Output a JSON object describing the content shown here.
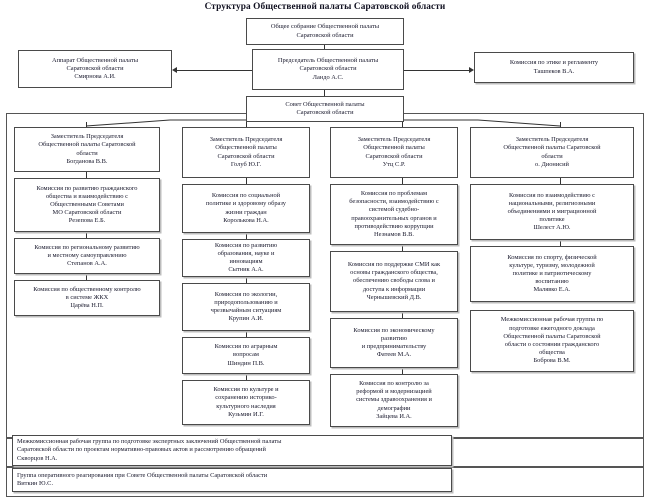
{
  "title": "Структура Общественной палаты Саратовской области",
  "top": {
    "assembly": "Общее собрание Общественной палаты\nСаратовской области",
    "chairman": "Председатель Общественной  палаты\nСаратовской области\nЛандо А.С.",
    "apparatus": "Аппарат Общественной палаты\nСаратовской области\nСмирнова А.И.",
    "ethics": "Комиссия по этике и регламенту\nТашпеков В.А.",
    "council": "Совет Общественной палаты\nСаратовской области"
  },
  "columns": [
    {
      "deputy": "Заместитель Председателя\nОбщественной палаты Саратовской\nобласти\nБогданова В.В.",
      "commissions": [
        "Комиссия по развитию гражданского\nобщества и взаимодействию с\nОбщественными Советами\nМО Саратовской области\nРезепова Е.Б.",
        "Комиссия по региональному развитию\nи местному самоуправлению\nСтепанов А.А.",
        "Комиссия по общественному контролю\nв системе ЖКХ\nЦарёва Н.П."
      ]
    },
    {
      "deputy": "Заместитель Председателя\nОбщественной палаты\nСаратовской области\nГолуб Ю.Г.",
      "commissions": [
        "Комиссия по социальной\nполитике и здоровому образу\nжизни граждан\nКорольковa Н.А.",
        "Комиссия по развитию\nобразования, науке и\nинновациям\nСытник А.А.",
        "Комиссия по экологии,\nприродопользованию и\nчрезвычайным ситуациям\nКрупин А.И.",
        "Комиссия по аграрным\nвопросам\nШиндин П.В.",
        "Комиссия по культуре и\nсохранению историко-\nкультурного наследия\nКузьмин И.Г."
      ]
    },
    {
      "deputy": "Заместитель Председателя\nОбщественной палаты\nСаратовской области\nУтц С.Р.",
      "commissions": [
        "Комиссия по проблемам\nбезопасности, взаимодействию с\nсистемой судебно-\nправоохранительных органов и\nпротиводействию коррупции\nНезнамов В.В.",
        "Комиссия по поддержке СМИ как\nосновы гражданского общества,\nобеспечению свободы слова и\nдоступа к информации\nЧернышевский Д.В.",
        "Комиссия по экономическому\nразвитию\nи предпринимательству\nФатеев М.А.",
        "Комиссия по контролю за\nреформой и модернизацией\nсистемы здравоохранения и\nдемографии\nЗайцева И.А."
      ]
    },
    {
      "deputy": "Заместитель Председателя\nОбщественной палаты Саратовской\nобласти\nо. Дионисий",
      "commissions": [
        "Комиссия по взаимодействию с\nнациональными, религиозными\nобъединениями и миграционной\nполитике\nШелест А.Ю.",
        "Комиссия по спорту, физической\nкультуре, туризму, молодежной\nполитике и патриотическому\nвоспитанию\nМалявко Е.А."
      ],
      "workgroup": "Межкомиссионная рабочая группа по\nподготовке ежегодного доклада\nОбщественной палаты Саратовской\nобласти о состоянии гражданского\nобщества\nБоброва В.М."
    }
  ],
  "bottom": [
    "Межкомиссионная рабочая группа по подготовке экспертных заключений Общественной палаты\nСаратовской области по проектам нормативно-правовых актов и рассмотрению обращений\nСкворцов Н.А.",
    "Группа оперативного реагирования при Совете Общественной палаты Саратовской области\nВиткин Ю.С."
  ]
}
